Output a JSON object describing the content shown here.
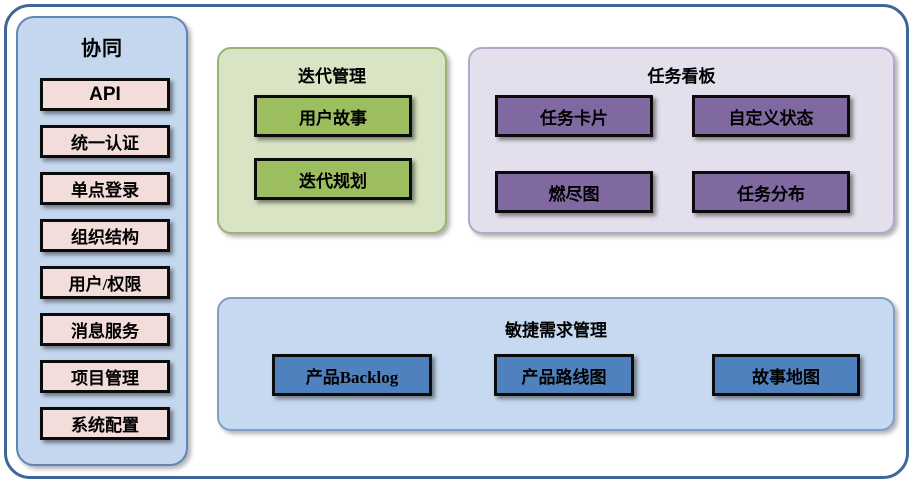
{
  "diagram": {
    "title_visible": false,
    "colors": {
      "frame_border": "#3f6699",
      "sidebar_bg": "#c4d7ef",
      "sidebar_node": "#f2ddda",
      "iteration_bg": "#d8e4c3",
      "iteration_node": "#9cbe5f",
      "taskboard_bg": "#e4dfec",
      "taskboard_node": "#8069a0",
      "agile_bg": "#c6d9f0",
      "agile_node": "#4e81bd"
    }
  },
  "sidebar": {
    "title": "协同",
    "items": [
      {
        "label": "API"
      },
      {
        "label": "统一认证"
      },
      {
        "label": "单点登录"
      },
      {
        "label": "组织结构"
      },
      {
        "label": "用户/权限"
      },
      {
        "label": "消息服务"
      },
      {
        "label": "项目管理"
      },
      {
        "label": "系统配置"
      }
    ]
  },
  "iteration": {
    "title": "迭代管理",
    "items": [
      {
        "label": "用户故事"
      },
      {
        "label": "迭代规划"
      }
    ]
  },
  "taskboard": {
    "title": "任务看板",
    "items": [
      {
        "label": "任务卡片"
      },
      {
        "label": "自定义状态"
      },
      {
        "label": "燃尽图"
      },
      {
        "label": "任务分布"
      }
    ]
  },
  "agile": {
    "title": "敏捷需求管理",
    "items": [
      {
        "label": "产品Backlog"
      },
      {
        "label": "产品路线图"
      },
      {
        "label": "故事地图"
      }
    ]
  }
}
